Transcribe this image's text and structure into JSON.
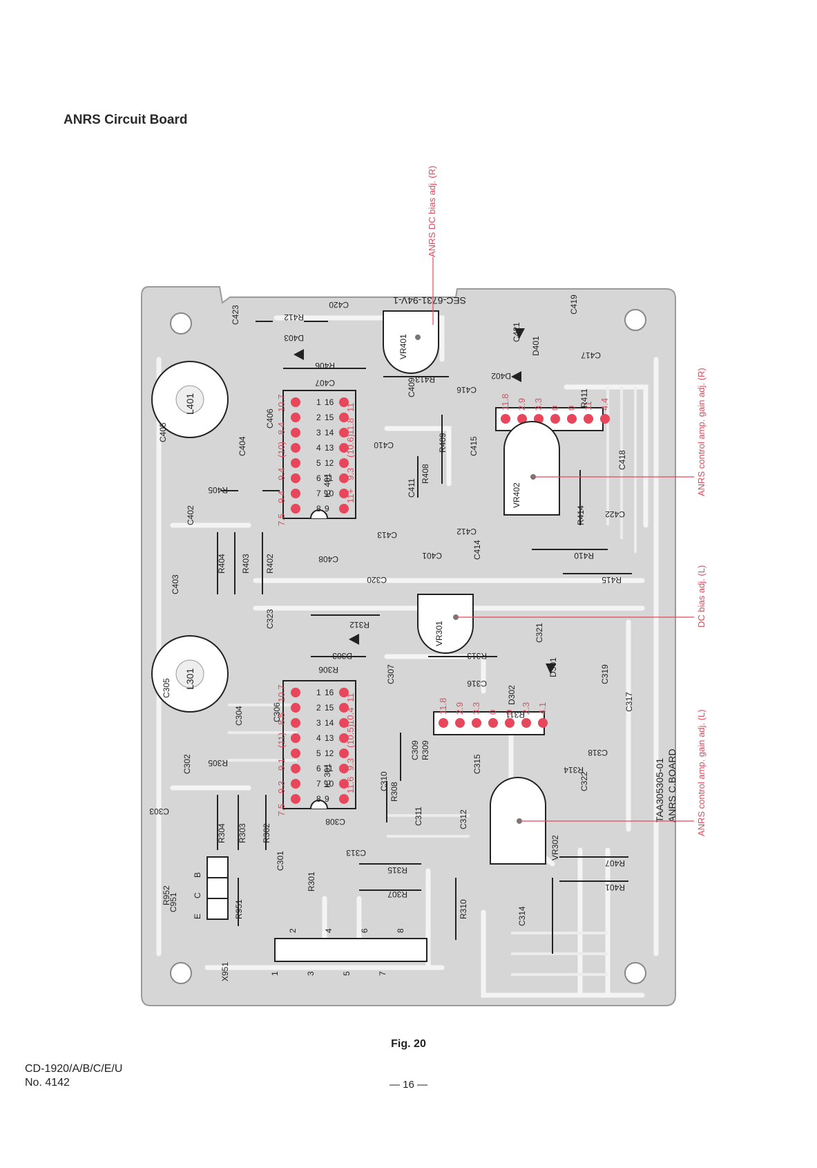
{
  "title": "ANRS Circuit Board",
  "caption": "Fig. 20",
  "model": "CD-1920/A/B/C/E/U",
  "doc_number": "No. 4142",
  "page_number": "— 16 —",
  "board": {
    "part_number": "SEC-6731-94V-1",
    "board_code": "TAA305305-01",
    "board_name": "ANRS C.BOARD"
  },
  "annotations": {
    "vr401": "ANRS DC bias adj. (R)",
    "vr402": "ANRS control amp. gain adj. (R)",
    "vr301": "DC bias adj. (L)",
    "vr302": "ANRS control amp. gain adj. (L)"
  },
  "colors": {
    "accent": "#e8465a",
    "board": "#d9d9d9",
    "trace": "#f2f2f2"
  },
  "components": {
    "upper": [
      "C420",
      "R412",
      "D403",
      "R406",
      "C407",
      "C423",
      "L401",
      "C405",
      "C406",
      "C404",
      "R405",
      "C402",
      "R404",
      "R403",
      "R402",
      "C403",
      "VR401",
      "R413",
      "C409",
      "C410",
      "C411",
      "R408",
      "R409",
      "C415",
      "C416",
      "D402",
      "C421",
      "D401",
      "C417",
      "C419",
      "R411",
      "C418",
      "VR402",
      "R414",
      "C422",
      "C412",
      "C413",
      "C401",
      "C414",
      "C408",
      "C320",
      "R410",
      "R415"
    ],
    "lower": [
      "R312",
      "D303",
      "R306",
      "C323",
      "L301",
      "C305",
      "C304",
      "C306",
      "R305",
      "C302",
      "C303",
      "R304",
      "R303",
      "R302",
      "C307",
      "C308",
      "C309",
      "R309",
      "C310",
      "R308",
      "C311",
      "C313",
      "C301",
      "R301",
      "R315",
      "R307",
      "VR301",
      "C321",
      "R313",
      "C316",
      "D302",
      "D301",
      "C319",
      "C317",
      "R311",
      "C315",
      "C318",
      "R314",
      "C322",
      "C312",
      "VR302",
      "R407",
      "R401",
      "R310",
      "C314",
      "R952",
      "C951",
      "R951",
      "X951"
    ]
  },
  "ic_labels": {
    "upper": "IC 401",
    "lower": "IC 301"
  },
  "ic_pins": [
    "16",
    "15",
    "14",
    "13",
    "12",
    "11",
    "10",
    "9",
    "1",
    "2",
    "3",
    "4",
    "5",
    "6",
    "7",
    "8"
  ],
  "voltages": {
    "ic401": [
      "10.7",
      "11",
      "8.4",
      "11.8",
      "(10)",
      "(10.6)",
      "9.4",
      "9.3",
      "9.4",
      "11+",
      "7.5"
    ],
    "ic301": [
      "10.7",
      "11",
      "8.5",
      "10.4",
      "(11)",
      "(10.5)",
      "9.1",
      "9.3",
      "9.3",
      "11.6",
      "7.5"
    ],
    "vr_block_upper": [
      "11.8",
      "2.9",
      "3.3",
      "0",
      "0",
      "11",
      "4.4"
    ],
    "vr_block_lower": [
      "11.8",
      "2.9",
      "3.3",
      "0",
      "0",
      "2.3",
      "4.1"
    ]
  },
  "connector": {
    "pins_top": [
      "2",
      "4",
      "6",
      "8"
    ],
    "pins_bottom": [
      "1",
      "3",
      "5",
      "7"
    ]
  },
  "transistor": {
    "pins": [
      "E",
      "C",
      "B"
    ]
  }
}
